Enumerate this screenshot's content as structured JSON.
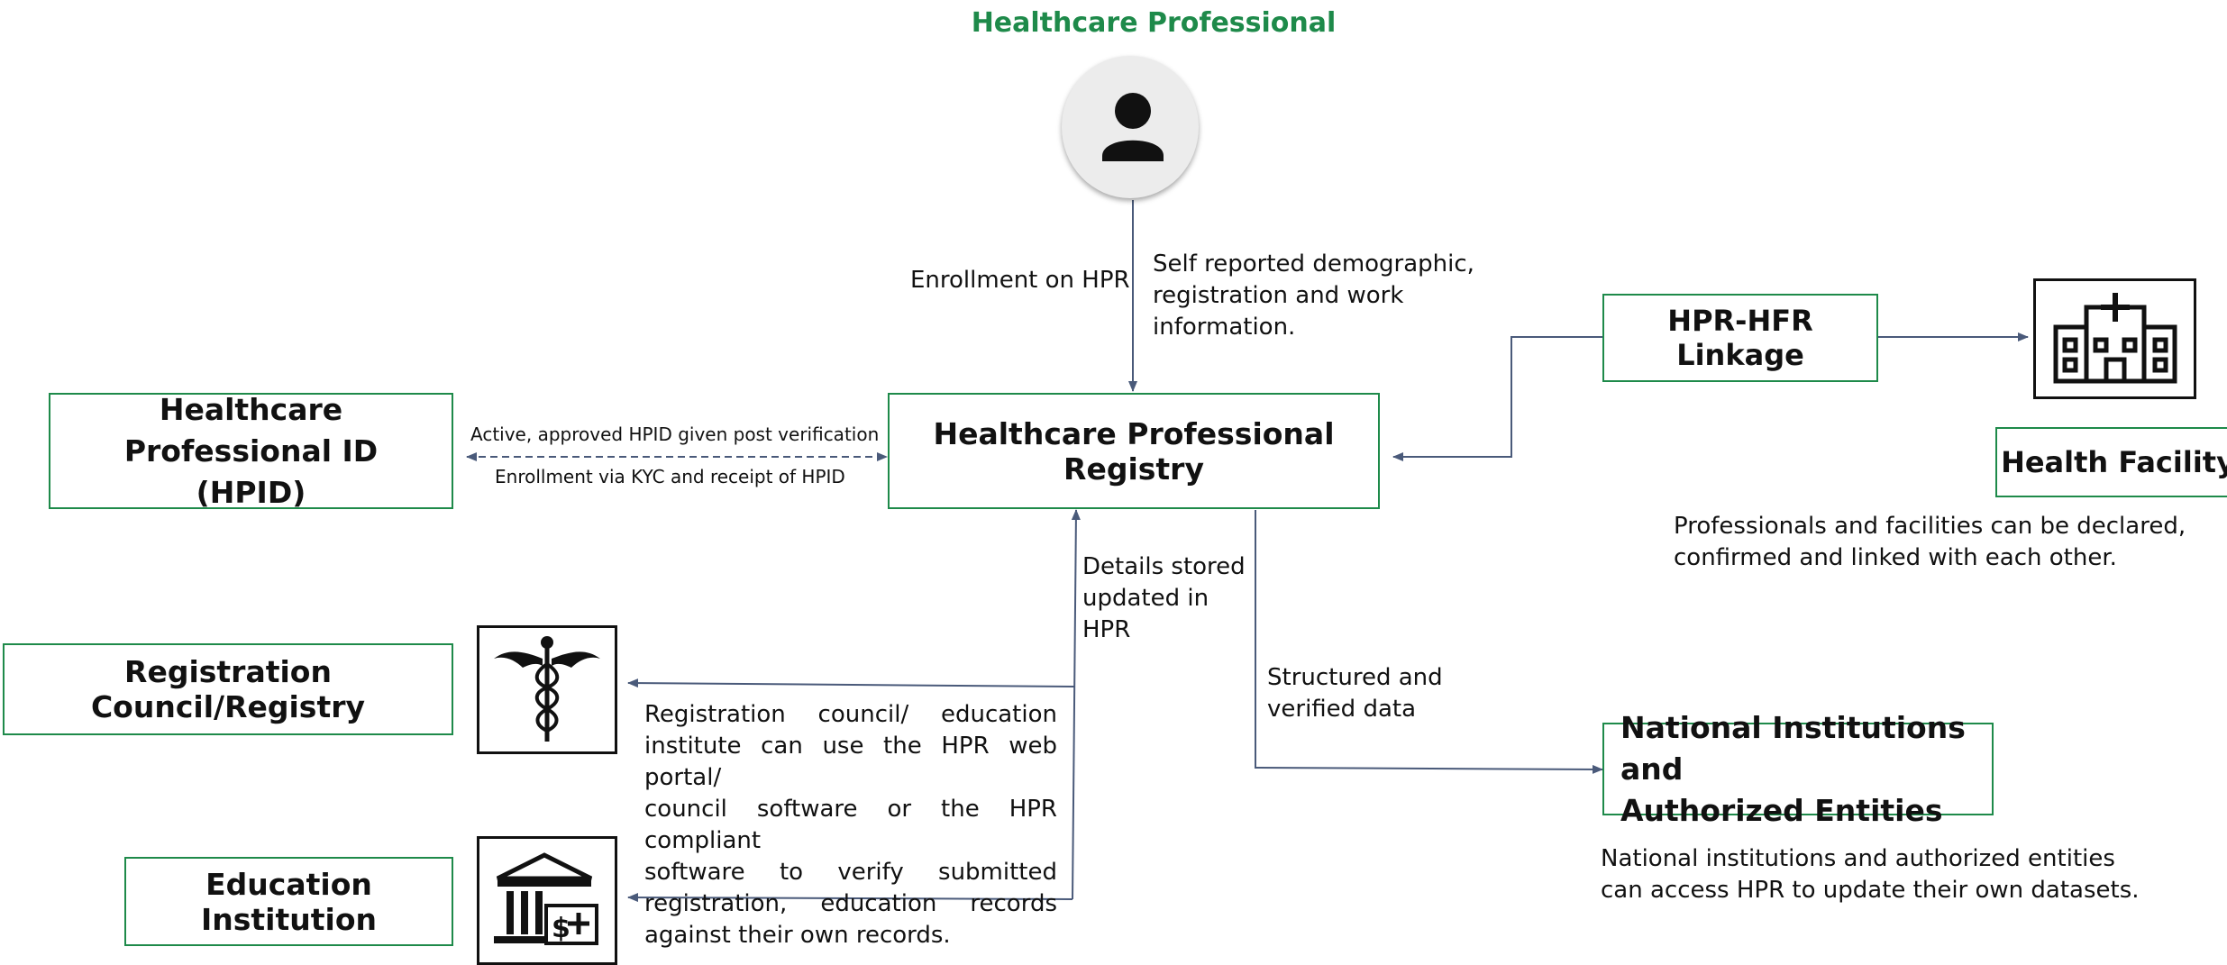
{
  "colors": {
    "box_border": "#1e8a4a",
    "title_green": "#1e8a4a",
    "arrow": "#4a5a7a",
    "text": "#111111"
  },
  "top": {
    "title": "Healthcare Professional",
    "avatar_icon": "person-icon"
  },
  "boxes": {
    "registry": "Healthcare Professional Registry",
    "hpid_line1": "Healthcare Professional ID",
    "hpid_line2": "(HPID)",
    "linkage": "HPR-HFR Linkage",
    "facility": "Health Facility",
    "council": "Registration Council/Registry",
    "education": "Education Institution",
    "national_line1": "National Institutions and",
    "national_line2": "Authorized Entities"
  },
  "icons": {
    "hospital": "hospital-icon",
    "caduceus": "caduceus-icon",
    "institution": "institution-building-icon"
  },
  "labels": {
    "enrollment": "Enrollment on HPR",
    "self_reported_1": "Self reported demographic,",
    "self_reported_2": "registration and work",
    "self_reported_3": "information.",
    "active_hpid": "Active, approved HPID given post verification",
    "enrollment_kyc": "Enrollment via KYC and receipt of HPID",
    "details_1": "Details stored",
    "details_2": "updated in",
    "details_3": "HPR",
    "structured_1": "Structured and",
    "structured_2": "verified data",
    "facilities_1": "Professionals and facilities can be declared,",
    "facilities_2": "confirmed and linked with each other.",
    "council_desc_1": "Registration council/ education",
    "council_desc_2": "institute can use the HPR web portal/",
    "council_desc_3": "council software or the HPR compliant",
    "council_desc_4": "software to verify submitted",
    "council_desc_5": "registration, education records",
    "council_desc_6": "against their own records.",
    "national_desc_1": "National institutions and authorized entities",
    "national_desc_2": "can access HPR to update their own datasets."
  }
}
